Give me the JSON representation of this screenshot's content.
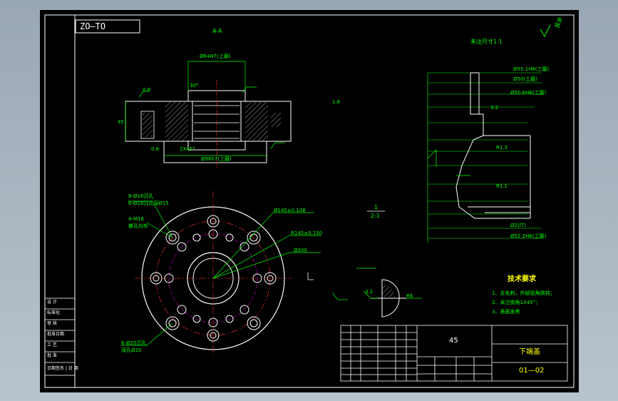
{
  "drawing": {
    "number_box": "ZO—TO",
    "section_label": "A-A",
    "top_note": "未注尺寸1:1",
    "roughness_rest": "其余",
    "tech": {
      "title": "技术要求",
      "items": [
        "1、去毛刺，外部锐角倒钝；",
        "2、未注倒角1X45°；",
        "3、表面发黑"
      ]
    },
    "ratio_top": "1",
    "ratio_bottom": "2:1",
    "dims": {
      "d1": "Ø64H7(上磨)",
      "d2": "Ø96h7(上磨)",
      "d3": "30°",
      "d4": "2X45°",
      "d5": "Ø55.1H8(工磨)",
      "d6": "Ø50(工磨)",
      "d7": "Ø50.6H8(工磨)",
      "d8": "Ø2(IT)",
      "d9": "Ø52.2H8(工磨)",
      "d10": "Ø200",
      "d11": "Ø145±0.108",
      "d12": "R145±0.150",
      "h1": "45",
      "n1": "8-Ø16沉孔",
      "n2": "6-Ø16沉孔深Ø15",
      "n3": "4-M16",
      "n4": "螺孔均布",
      "n5": "6-Ø20沉孔",
      "n6": "深孔Ø20",
      "r1": "R6",
      "r2": "R1.3",
      "r3": "R1.1",
      "r4": "3.2",
      "r5": "0.8",
      "r6": "1.6"
    },
    "title_block": {
      "material": "45",
      "part_name": "下端盖",
      "drawing_no": "01—02",
      "left_column": [
        "设 计",
        "标准化",
        "审 核",
        "批准日期",
        "工 艺",
        "批 准",
        "日期签名 | 日 期"
      ]
    }
  }
}
